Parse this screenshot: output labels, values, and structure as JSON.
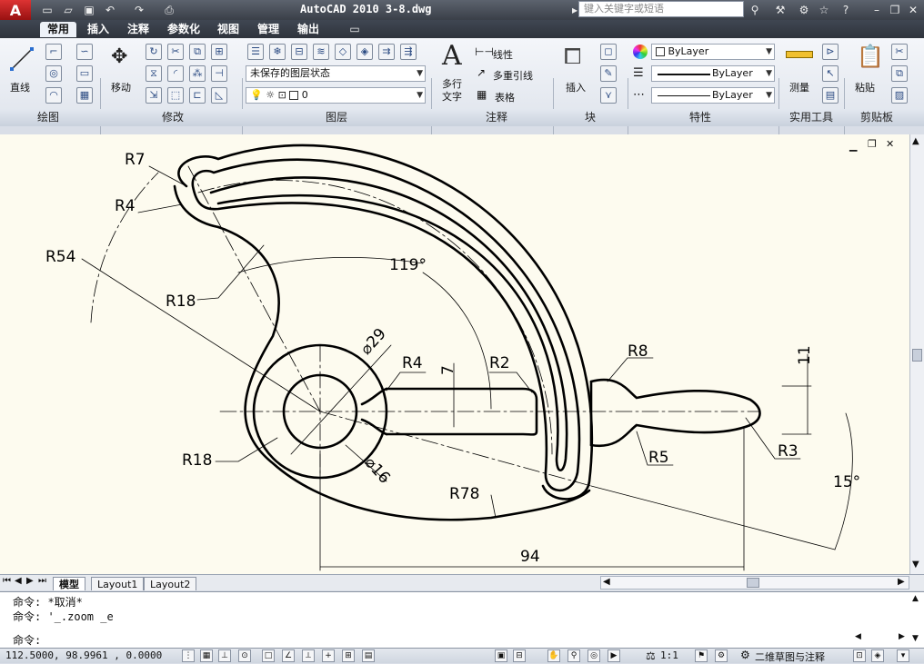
{
  "app": {
    "title": "AutoCAD 2010  3-8.dwg",
    "search_placeholder": "键入关键字或短语"
  },
  "tabs": [
    "常用",
    "插入",
    "注释",
    "参数化",
    "视图",
    "管理",
    "输出"
  ],
  "ribbon": {
    "draw": {
      "line_label": "直线",
      "panel_label": "绘图"
    },
    "modify": {
      "move_label": "移动",
      "panel_label": "修改"
    },
    "layers": {
      "state_value": "未保存的图层状态",
      "layer_value": "0",
      "panel_label": "图层"
    },
    "annotation": {
      "text_label_1": "多行",
      "text_label_2": "文字",
      "linear_label": "线性",
      "leader_label": "多重引线",
      "table_label": "表格",
      "panel_label": "注释"
    },
    "block": {
      "insert_label": "插入",
      "panel_label": "块"
    },
    "properties": {
      "color_value": "ByLayer",
      "linetype_value": "ByLayer",
      "lineweight_value": "ByLayer",
      "panel_label": "特性"
    },
    "utilities": {
      "measure_label": "测量",
      "panel_label": "实用工具"
    },
    "clipboard": {
      "paste_label": "粘贴",
      "panel_label": "剪贴板"
    }
  },
  "drawing": {
    "dims": {
      "r7": "R7",
      "r4_top": "R4",
      "r54": "R54",
      "r18_upper": "R18",
      "angle_119": "119°",
      "dia29": "⌀29",
      "r4_mid": "R4",
      "r2": "R2",
      "r8": "R8",
      "d11": "11",
      "d7": "7",
      "r18_lower": "R18",
      "dia16": "⌀16",
      "r5": "R5",
      "r3": "R3",
      "angle_15": "15°",
      "r78": "R78",
      "d94": "94"
    }
  },
  "layout_tabs": [
    "模型",
    "Layout1",
    "Layout2"
  ],
  "command": {
    "lines": [
      "命令: *取消*",
      "命令: '_.zoom _e"
    ],
    "prompt": "命令:"
  },
  "status": {
    "coords": "112.5000, 98.9961 , 0.0000",
    "scale": "1:1",
    "workspace": "二维草图与注释"
  }
}
